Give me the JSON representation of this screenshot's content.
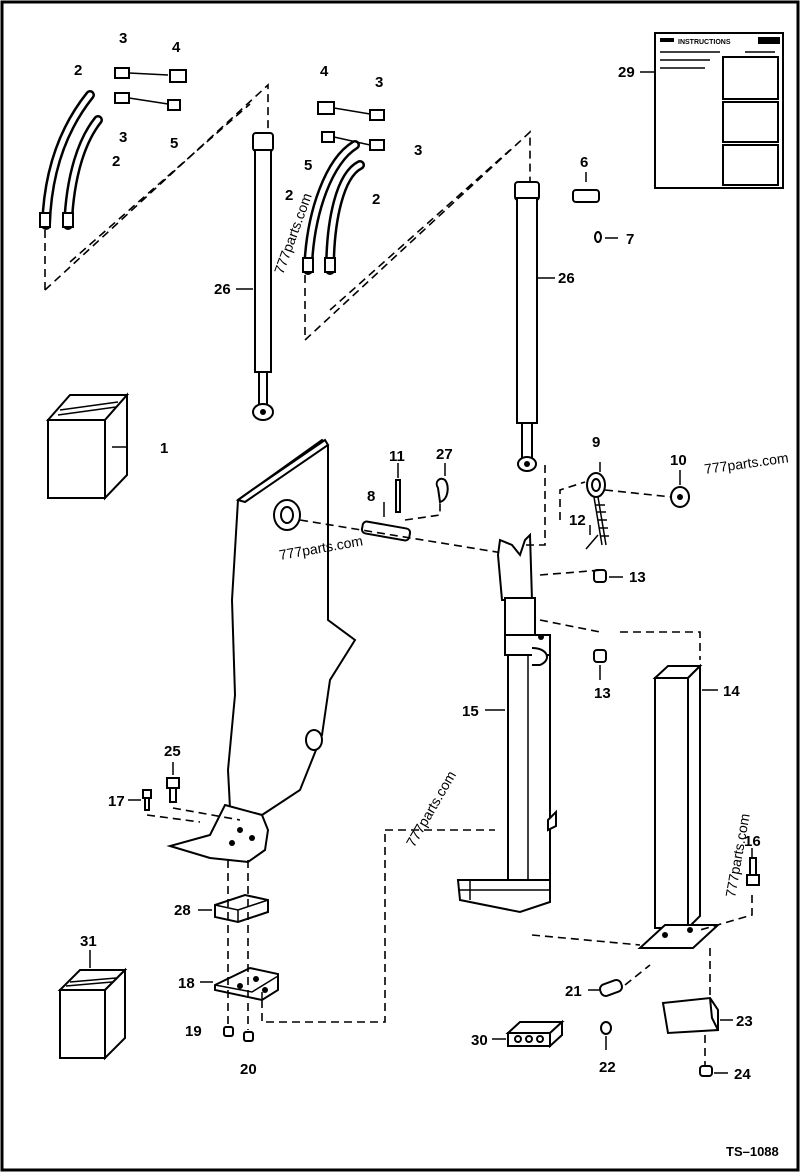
{
  "diagram": {
    "drawing_code": "TS–1088",
    "watermark": "777parts.com",
    "callouts": {
      "c1": "1",
      "c2": "2",
      "c3": "3",
      "c4": "4",
      "c5": "5",
      "c6": "6",
      "c7": "7",
      "c8": "8",
      "c9": "9",
      "c10": "10",
      "c11": "11",
      "c12": "12",
      "c13": "13",
      "c14": "14",
      "c15": "15",
      "c16": "16",
      "c17": "17",
      "c18": "18",
      "c19": "19",
      "c20": "20",
      "c21": "21",
      "c22": "22",
      "c23": "23",
      "c24": "24",
      "c25": "25",
      "c26": "26",
      "c27": "27",
      "c28": "28",
      "c29": "29",
      "c30": "30",
      "c31": "31"
    },
    "instruction_sheet": {
      "heading": "INSTRUCTIONS"
    }
  }
}
